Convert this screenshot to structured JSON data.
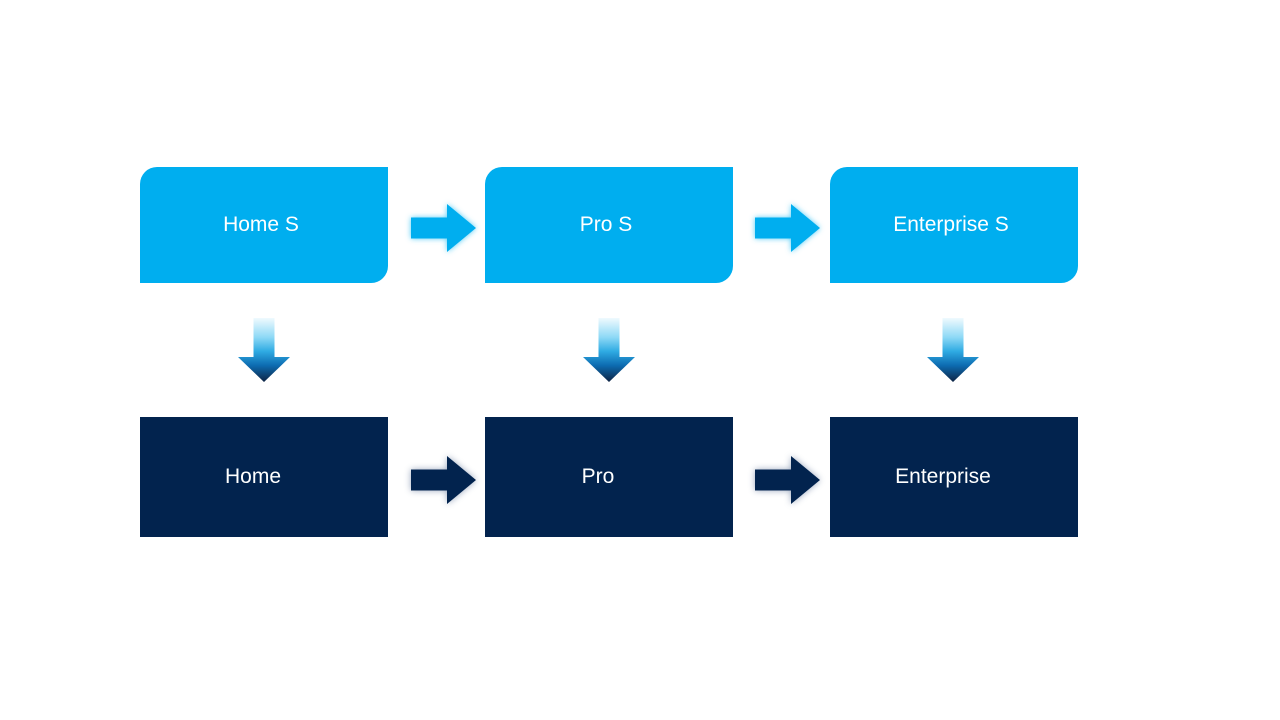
{
  "slide": {
    "columns": [
      {
        "top_label": "Home S",
        "bottom_label": "Home"
      },
      {
        "top_label": "Pro S",
        "bottom_label": "Pro"
      },
      {
        "top_label": "Enterprise S",
        "bottom_label": "Enterprise"
      }
    ]
  },
  "colors": {
    "light_blue": "#00aeef",
    "dark_navy": "#02234e",
    "label_text": "#ffffff",
    "background": "#ffffff"
  }
}
